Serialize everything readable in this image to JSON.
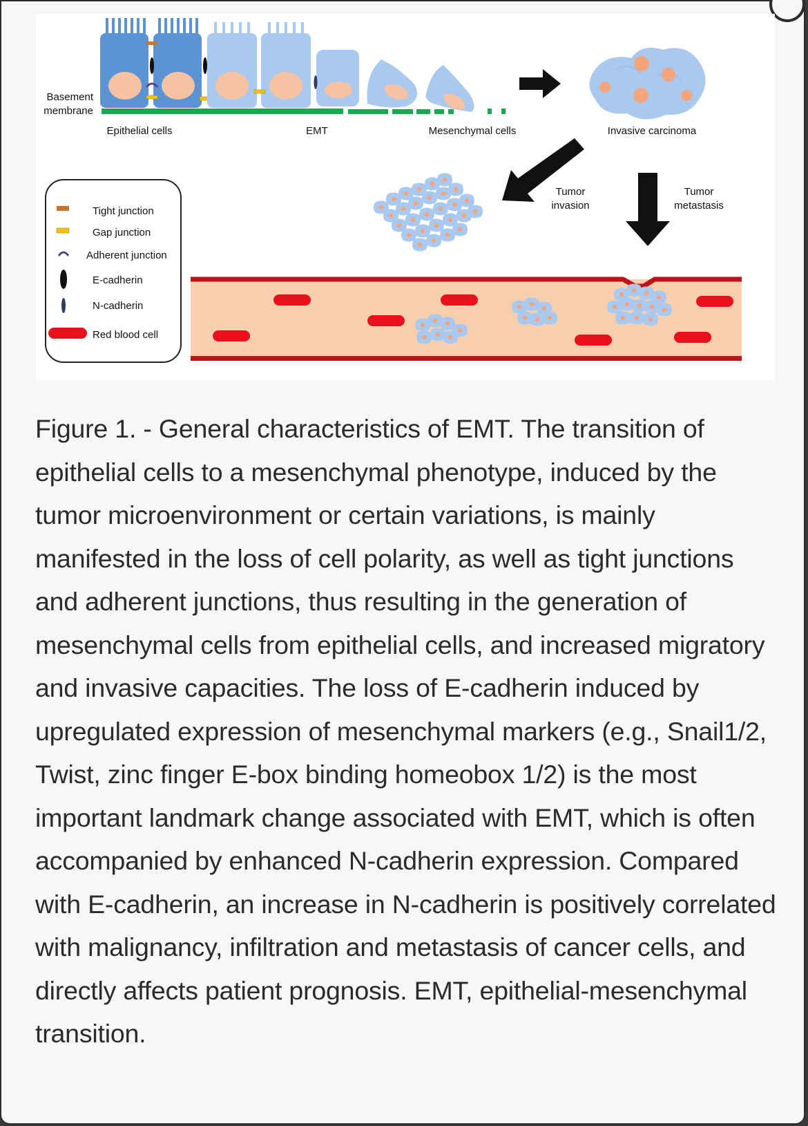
{
  "figure": {
    "labels": {
      "basement": "Basement",
      "membrane": "membrane",
      "epithelial_cells": "Epithelial cells",
      "emt": "EMT",
      "mesenchymal_cells": "Mesenchymal cells",
      "invasive_carcinoma": "Invasive carcinoma",
      "tumor_invasion_1": "Tumor",
      "tumor_invasion_2": "invasion",
      "tumor_metastasis_1": "Tumor",
      "tumor_metastasis_2": "metastasis"
    },
    "legend": [
      {
        "label": "Tight junction",
        "icon": "tight-junction-icon",
        "color": "#c8742e"
      },
      {
        "label": "Gap junction",
        "icon": "gap-junction-icon",
        "color": "#f2c21b"
      },
      {
        "label": "Adherent junction",
        "icon": "adherent-junction-icon",
        "color": "#5b3f8f"
      },
      {
        "label": "E-cadherin",
        "icon": "e-cadherin-icon",
        "color": "#111111"
      },
      {
        "label": "N-cadherin",
        "icon": "n-cadherin-icon",
        "color": "#2a3d63"
      },
      {
        "label": "Red blood cell",
        "icon": "red-blood-cell-icon",
        "color": "#e8101a"
      }
    ],
    "colors": {
      "epithelial_cell": "#5b93d3",
      "mesenchymal_cell": "#a9c9ee",
      "nucleus": "#f5c3a3",
      "basement_membrane": "#1aa84f",
      "vessel_fill": "#f8cfae",
      "vessel_wall": "#c0121a",
      "red_blood_cell": "#e8101a"
    }
  },
  "caption": "Figure 1. - General characteristics of EMT. The transition of epithelial cells to a mesenchymal phenotype, induced by the tumor microenvironment or certain variations, is mainly manifested in the loss of cell polarity, as well as tight junctions and adherent junctions, thus resulting in the generation of mesenchymal cells from epithelial cells, and increased migratory and invasive capacities. The loss of E-cadherin induced by upregulated expression of mesenchymal markers (e.g., Snail1/2, Twist, zinc finger E-box binding homeobox 1/2) is the most important landmark change associated with EMT, which is often accompanied by enhanced N-cadherin expression. Compared with E-cadherin, an increase in N-cadherin is positively correlated with malignancy, infiltration and metastasis of cancer cells, and directly affects patient prognosis. EMT, epithelial-mesenchymal transition."
}
